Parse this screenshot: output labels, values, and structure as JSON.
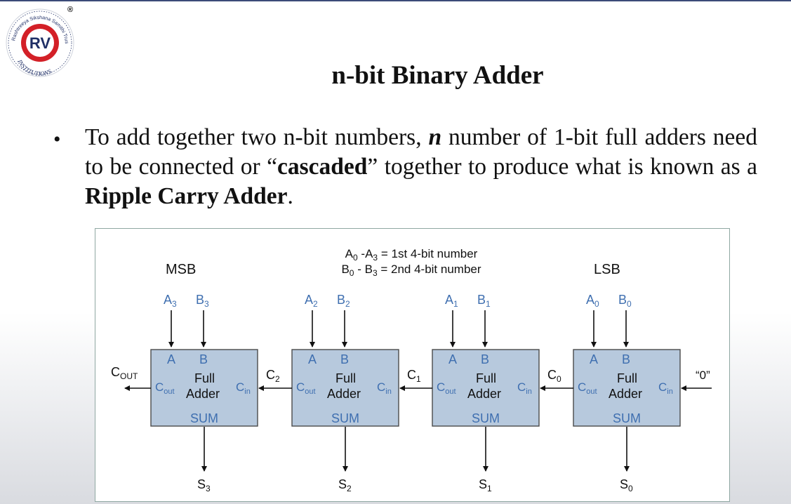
{
  "logo": {
    "ring_text": "Rashtreeya Sikshana Samithi Trust",
    "initials": "RV",
    "bottom_text": "INSTITUTIONS",
    "registered": "®"
  },
  "slide": {
    "title": "n-bit Binary Adder",
    "bullet": {
      "p1": "To add together two n-bit numbers, ",
      "n": "n",
      "p2": " number of 1-bit full adders need to be connected or “",
      "cascaded": "cascaded",
      "p3": "” together to produce what is known as a ",
      "rca": "Ripple Carry Adder",
      "p4": "."
    }
  },
  "diagram": {
    "msb": "MSB",
    "lsb": "LSB",
    "legend_a": {
      "base": "A",
      "s1": "0",
      "mid": " -A",
      "s2": "3",
      "rest": " = 1st 4-bit number"
    },
    "legend_b": {
      "base": "B",
      "s1": "0",
      "mid": " - B",
      "s2": "3",
      "rest": " = 2nd 4-bit number"
    },
    "cout_label": {
      "base": "C",
      "sub": "OUT"
    },
    "zero_input": "“0”",
    "full": "Full",
    "adder": "Adder",
    "pin_a": "A",
    "pin_b": "B",
    "sum": "SUM",
    "cout_pin": {
      "base": "C",
      "sub": "out"
    },
    "cin_pin": {
      "base": "C",
      "sub": "in"
    },
    "adders": [
      {
        "a": {
          "base": "A",
          "sub": "3"
        },
        "b": {
          "base": "B",
          "sub": "3"
        },
        "s": {
          "base": "S",
          "sub": "3"
        }
      },
      {
        "a": {
          "base": "A",
          "sub": "2"
        },
        "b": {
          "base": "B",
          "sub": "2"
        },
        "s": {
          "base": "S",
          "sub": "2"
        }
      },
      {
        "a": {
          "base": "A",
          "sub": "1"
        },
        "b": {
          "base": "B",
          "sub": "1"
        },
        "s": {
          "base": "S",
          "sub": "1"
        }
      },
      {
        "a": {
          "base": "A",
          "sub": "0"
        },
        "b": {
          "base": "B",
          "sub": "0"
        },
        "s": {
          "base": "S",
          "sub": "0"
        }
      }
    ],
    "carries": [
      {
        "base": "C",
        "sub": "2"
      },
      {
        "base": "C",
        "sub": "1"
      },
      {
        "base": "C",
        "sub": "0"
      }
    ],
    "colors": {
      "box_fill": "#b7c9dd",
      "box_stroke": "#4a4a4a",
      "blue_text": "#3f6fb0",
      "logo_red": "#d32027",
      "logo_navy": "#1f2f66"
    }
  }
}
